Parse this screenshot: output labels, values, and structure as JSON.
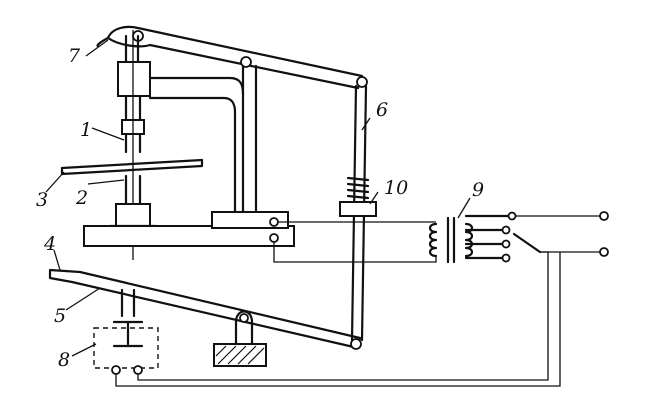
{
  "labels": {
    "l1": "1",
    "l2": "2",
    "l3": "3",
    "l4": "4",
    "l5": "5",
    "l6": "6",
    "l7": "7",
    "l8": "8",
    "l9": "9",
    "l10": "10"
  },
  "colors": {
    "ink": "#111111",
    "paper": "#ffffff"
  }
}
